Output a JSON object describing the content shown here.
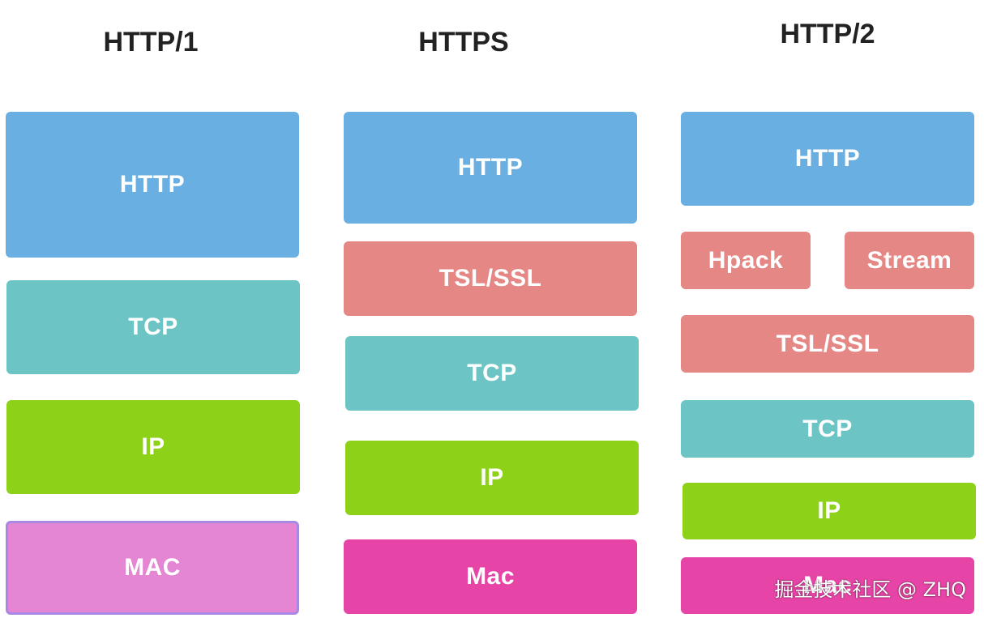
{
  "colors": {
    "http": "#6aafe2",
    "tls": "#e58785",
    "tcp": "#6dc4c4",
    "ip": "#8dd118",
    "mac_http1": "#e486d3",
    "mac_http1_border": "#a789e3",
    "mac": "#e644a6"
  },
  "columns": {
    "http1": {
      "title": "HTTP/1",
      "layers": [
        "HTTP",
        "TCP",
        "IP",
        "MAC"
      ]
    },
    "https": {
      "title": "HTTPS",
      "layers": [
        "HTTP",
        "TSL/SSL",
        "TCP",
        "IP",
        "Mac"
      ]
    },
    "http2": {
      "title": "HTTP/2",
      "layers": [
        "HTTP",
        "Hpack",
        "Stream",
        "TSL/SSL",
        "TCP",
        "IP",
        "Mac"
      ]
    }
  },
  "watermark": "掘金技术社区 @ ZHQ"
}
